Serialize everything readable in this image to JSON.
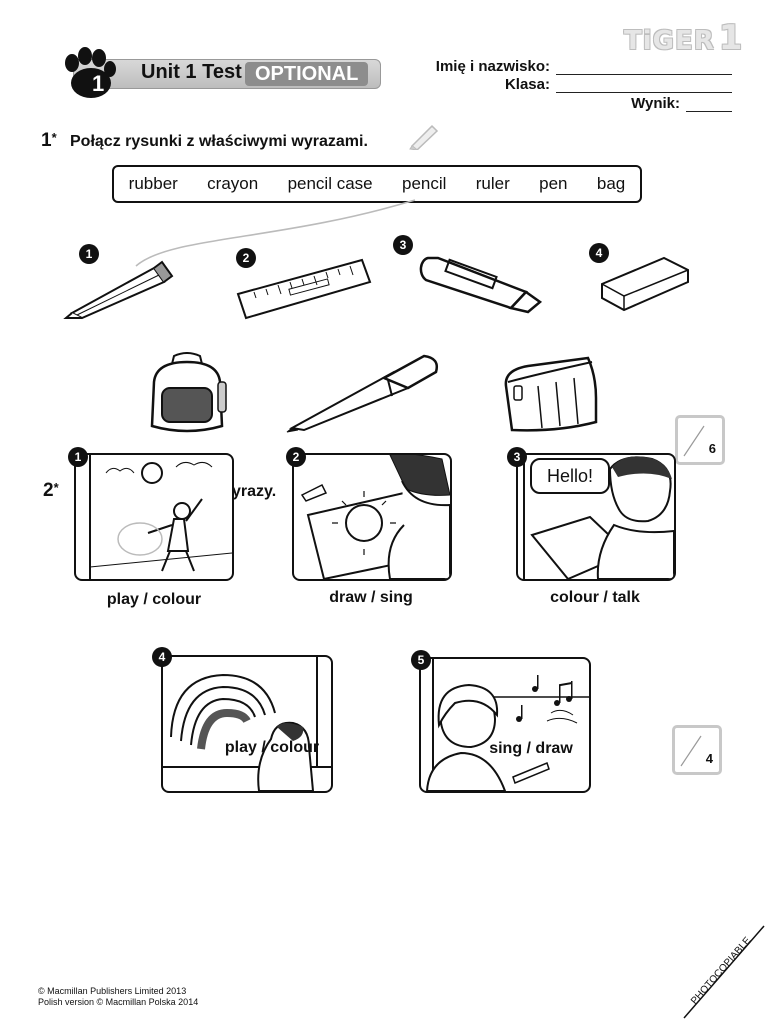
{
  "brand": {
    "name": "TiGER",
    "level": "1"
  },
  "banner": {
    "unit_number": "1",
    "title": "Unit 1 Test",
    "badge": "OPTIONAL"
  },
  "student_fields": {
    "name_label": "Imię i nazwisko:",
    "class_label": "Klasa:",
    "score_label": "Wynik:"
  },
  "exercise1": {
    "number": "1",
    "star": "*",
    "instruction": "Połącz rysunki z właściwymi wyrazami.",
    "words": [
      "rubber",
      "crayon",
      "pencil case",
      "pencil",
      "ruler",
      "pen",
      "bag"
    ],
    "items": [
      {
        "number": "1",
        "icon": "pencil-icon"
      },
      {
        "number": "2",
        "icon": "ruler-icon"
      },
      {
        "number": "3",
        "icon": "crayon-icon"
      },
      {
        "number": "4",
        "icon": "rubber-icon"
      }
    ],
    "extra_icons": [
      "bag-icon",
      "pen-icon",
      "pencil-case-icon"
    ],
    "score_max": "6"
  },
  "exercise2": {
    "number": "2",
    "star": "*",
    "instruction_fragment": "yrazy.",
    "panels": [
      {
        "number": "1",
        "label": "play / colour"
      },
      {
        "number": "2",
        "label": "draw / sing"
      },
      {
        "number": "3",
        "label": "colour / talk",
        "speech": "Hello!"
      },
      {
        "number": "4",
        "label": "play / colour"
      },
      {
        "number": "5",
        "label": "sing / draw"
      }
    ],
    "score_max": "4"
  },
  "footer": {
    "line1": "© Macmillan Publishers Limited 2013",
    "line2": "Polish version © Macmillan Polska 2014",
    "stamp": "PHOTOCOPIABLE"
  }
}
